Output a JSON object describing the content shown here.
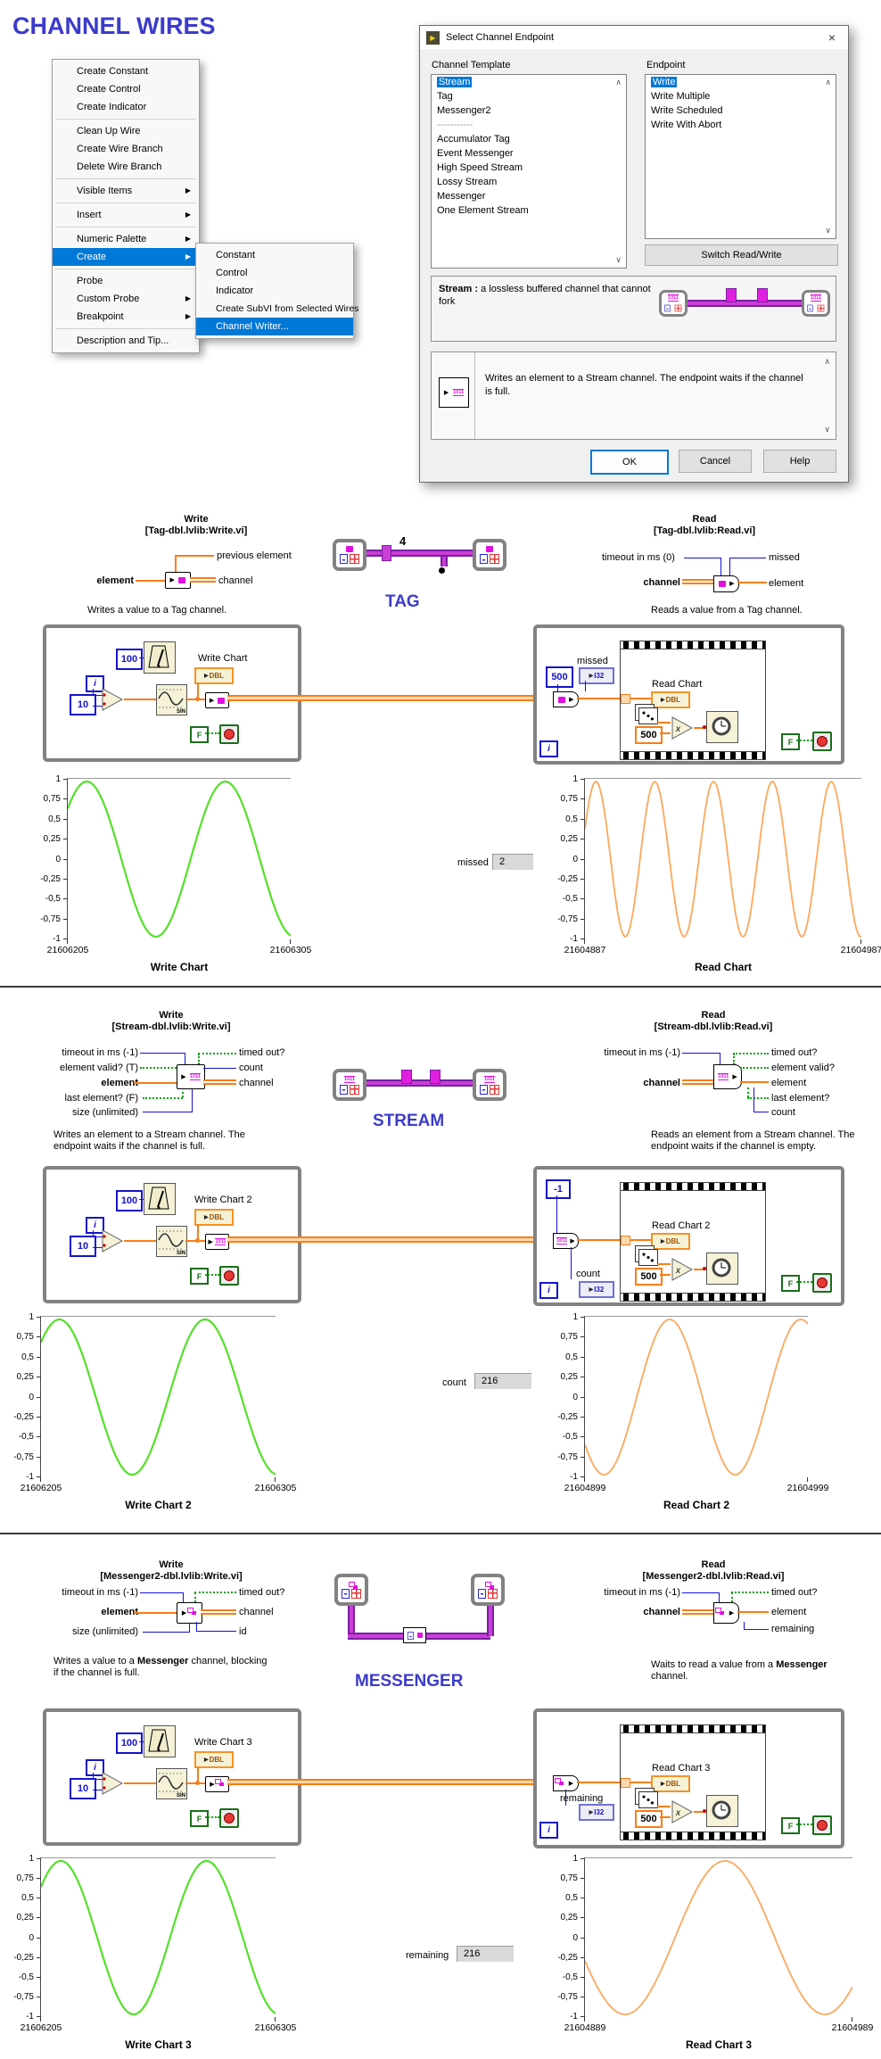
{
  "page_title": "CHANNEL WIRES",
  "colors": {
    "accent_blue": "#3B3BCB",
    "menu_highlight": "#0078D7",
    "plot_green": "#54E029",
    "plot_orange": "#FCA85C",
    "wire_orange": "#F87E17",
    "wire_blue": "#1414CC",
    "wire_green": "#0BA00B",
    "pipe_purple": "#C93ED6"
  },
  "icons": {
    "submenu_arrow": "▶",
    "close": "×",
    "scroll_up": "∧",
    "scroll_down": "∨",
    "play": "▶",
    "dbl": "DBL",
    "i32": "I32",
    "sin": "SIN",
    "stream_glyph": "1011",
    "multiply": "x",
    "tag_pic_count": "4"
  },
  "context_menu": {
    "items": [
      {
        "label": "Create Constant"
      },
      {
        "label": "Create Control"
      },
      {
        "label": "Create Indicator"
      },
      {
        "label": "Clean Up Wire"
      },
      {
        "label": "Create Wire Branch"
      },
      {
        "label": "Delete Wire Branch"
      },
      {
        "label": "Visible Items"
      },
      {
        "label": "Insert"
      },
      {
        "label": "Numeric Palette"
      },
      {
        "label": "Create"
      },
      {
        "label": "Probe"
      },
      {
        "label": "Custom Probe"
      },
      {
        "label": "Breakpoint"
      },
      {
        "label": "Description and Tip..."
      }
    ]
  },
  "create_submenu": {
    "items": [
      {
        "label": "Constant"
      },
      {
        "label": "Control"
      },
      {
        "label": "Indicator"
      },
      {
        "label": "Create SubVI from Selected Wires"
      },
      {
        "label": "Channel Writer..."
      }
    ]
  },
  "dialog": {
    "title": "Select Channel Endpoint",
    "template_label": "Channel Template",
    "template_items": [
      "Stream",
      "Tag",
      "Messenger2",
      "-----------",
      "Accumulator Tag",
      "Event Messenger",
      "High Speed Stream",
      "Lossy Stream",
      "Messenger",
      "One Element Stream"
    ],
    "template_selected": "Stream",
    "endpoint_label": "Endpoint",
    "endpoint_items": [
      "Write",
      "Write Multiple",
      "Write Scheduled",
      "Write With Abort"
    ],
    "endpoint_selected": "Write",
    "switch_button": "Switch Read/Write",
    "template_desc_bold": "Stream :",
    "template_desc_rest": " a lossless buffered channel that cannot fork",
    "endpoint_desc": "Writes an element to a Stream channel. The endpoint waits if the channel is full.",
    "ok": "OK",
    "cancel": "Cancel",
    "help": "Help"
  },
  "sections": {
    "tag": {
      "write_title": "Write",
      "write_lib": "[Tag-dbl.lvlib:Write.vi]",
      "in_element": "element",
      "out_prev": "previous element",
      "out_channel": "channel",
      "write_desc": "Writes a value to a Tag channel.",
      "big_label": "TAG",
      "read_title": "Read",
      "read_lib": "[Tag-dbl.lvlib:Read.vi]",
      "in_timeout": "timeout in ms (0)",
      "in_channel": "channel",
      "out_missed": "missed",
      "out_element": "element",
      "read_desc": "Reads a value from a Tag channel.",
      "bd_write": {
        "wait_ms": "100",
        "divisor": "10",
        "iter": "i",
        "chart": "Write Chart",
        "stop": "F"
      },
      "bd_read": {
        "timeout": "500",
        "stat": "missed",
        "chart": "Read Chart",
        "mult": "500",
        "iter": "i",
        "stop": "F"
      },
      "stat_label": "missed",
      "stat_value": "2"
    },
    "stream": {
      "write_title": "Write",
      "write_lib": "[Stream-dbl.lvlib:Write.vi]",
      "w_in": [
        "timeout in ms (-1)",
        "element valid? (T)",
        "element",
        "last element? (F)",
        "size (unlimited)"
      ],
      "w_out": [
        "timed out?",
        "count",
        "channel"
      ],
      "write_desc": "Writes an element to a Stream channel. The endpoint waits if the channel is full.",
      "big_label": "STREAM",
      "read_title": "Read",
      "read_lib": "[Stream-dbl.lvlib:Read.vi]",
      "r_in": [
        "timeout in ms (-1)",
        "channel"
      ],
      "r_out": [
        "timed out?",
        "element valid?",
        "element",
        "last element?",
        "count"
      ],
      "read_desc": "Reads an element from a Stream channel. The endpoint waits if the channel is empty.",
      "bd_write": {
        "wait_ms": "100",
        "divisor": "10",
        "iter": "i",
        "chart": "Write Chart 2",
        "stop": "F"
      },
      "bd_read": {
        "timeout": "-1",
        "stat": "count",
        "chart": "Read Chart 2",
        "mult": "500",
        "iter": "i",
        "stop": "F"
      },
      "stat_label": "count",
      "stat_value": "216"
    },
    "messenger": {
      "write_title": "Write",
      "write_lib": "[Messenger2-dbl.lvlib:Write.vi]",
      "w_in": [
        "timeout in ms (-1)",
        "element",
        "size (unlimited)"
      ],
      "w_out": [
        "timed out?",
        "channel",
        "id"
      ],
      "write_desc_pre": "Writes a value to a ",
      "write_desc_bold": "Messenger",
      "write_desc_post": " channel, blocking if the channel is full.",
      "big_label": "MESSENGER",
      "read_title": "Read",
      "read_lib": "[Messenger2-dbl.lvlib:Read.vi]",
      "r_in": [
        "timeout in ms (-1)",
        "channel"
      ],
      "r_out": [
        "timed out?",
        "element",
        "remaining"
      ],
      "read_desc_pre": "Waits to read a value from a ",
      "read_desc_bold": "Messenger",
      "read_desc_post": " channel.",
      "bd_write": {
        "wait_ms": "100",
        "divisor": "10",
        "iter": "i",
        "chart": "Write Chart 3",
        "stop": "F"
      },
      "bd_read": {
        "stat": "remaining",
        "chart": "Read Chart 3",
        "mult": "500",
        "iter": "i",
        "stop": "F"
      },
      "stat_label": "remaining",
      "stat_value": "216"
    }
  },
  "chart_data": [
    {
      "id": "tag-write",
      "type": "line",
      "title": "Write Chart",
      "color": "#54E029",
      "stroke": 2.2,
      "x_start": "21606205",
      "x_end": "21606305",
      "ylim": [
        -1,
        1
      ],
      "yticks": [
        "1",
        "0,75",
        "0,5",
        "0,25",
        "0",
        "-0,25",
        "-0,5",
        "-0,75",
        "-1"
      ],
      "cycles": 1.61,
      "phase": 0.71,
      "amplitude": 1,
      "shape": "sine"
    },
    {
      "id": "tag-read",
      "type": "line",
      "title": "Read Chart",
      "color": "#FCA85C",
      "stroke": 1.8,
      "x_start": "21604887",
      "x_end": "21604987",
      "ylim": [
        -1,
        1
      ],
      "yticks": [
        "1",
        "0,75",
        "0,5",
        "0,25",
        "0",
        "-0,25",
        "-0,5",
        "-0,75",
        "-1"
      ],
      "cycles": 4.7,
      "phase": 0.4,
      "amplitude": 1,
      "shape": "sine"
    },
    {
      "id": "stream-write",
      "type": "line",
      "title": "Write Chart 2",
      "color": "#54E029",
      "stroke": 2.2,
      "x_start": "21606205",
      "x_end": "21606305",
      "ylim": [
        -1,
        1
      ],
      "yticks": [
        "1",
        "0,75",
        "0,5",
        "0,25",
        "0",
        "-0,25",
        "-0,5",
        "-0,75",
        "-1"
      ],
      "cycles": 1.61,
      "phase": 0.78,
      "amplitude": 1,
      "shape": "sine"
    },
    {
      "id": "stream-read",
      "type": "line",
      "title": "Read Chart 2",
      "color": "#FCA85C",
      "stroke": 1.8,
      "x_start": "21604899",
      "x_end": "21604999",
      "ylim": [
        -1,
        1
      ],
      "yticks": [
        "1",
        "0,75",
        "0,5",
        "0,25",
        "0",
        "-0,25",
        "-0,5",
        "-0,75",
        "-1"
      ],
      "cycles": 1.7,
      "phase": 3.8,
      "amplitude": 1,
      "shape": "sine"
    },
    {
      "id": "messenger-write",
      "type": "line",
      "title": "Write Chart 3",
      "color": "#54E029",
      "stroke": 2.2,
      "x_start": "21606205",
      "x_end": "21606305",
      "ylim": [
        -1,
        1
      ],
      "yticks": [
        "1",
        "0,75",
        "0,5",
        "0,25",
        "0",
        "-0,25",
        "-0,5",
        "-0,75",
        "-1"
      ],
      "cycles": 1.61,
      "phase": 0.72,
      "amplitude": 1,
      "shape": "sine"
    },
    {
      "id": "messenger-read",
      "type": "line",
      "title": "Read Chart 3",
      "color": "#FCA85C",
      "stroke": 1.8,
      "x_start": "21604889",
      "x_end": "21604989",
      "ylim": [
        -1,
        1
      ],
      "yticks": [
        "1",
        "0,75",
        "0,5",
        "0,25",
        "0",
        "-0,25",
        "-0,5",
        "-0,75",
        "-1"
      ],
      "cycles": 1.34,
      "phase": 3.45,
      "amplitude": 1,
      "shape": "sine"
    }
  ]
}
